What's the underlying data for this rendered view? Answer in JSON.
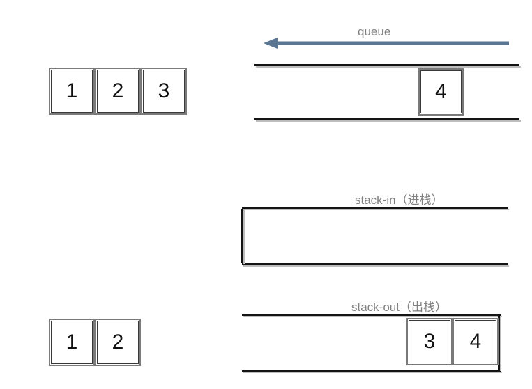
{
  "diagram": {
    "title": "queue-and-two-stacks",
    "background": "#ffffff",
    "colors": {
      "cell_border": "#7a7a7a",
      "cell_inner_border": "#3a3a3a",
      "rail": "#141414",
      "rail_shadow": "#bdbdbd",
      "label_text": "#808080",
      "number_text": "#111111",
      "arrow": "#5b7692"
    }
  },
  "arrow": {
    "name": "queue-direction-arrow",
    "label": "queue",
    "direction": "left",
    "color": "#5b7692"
  },
  "lanes": [
    {
      "id": "queue",
      "label": "queue",
      "closed_side": "none"
    },
    {
      "id": "stack-in",
      "label": "stack-in（进栈）",
      "closed_side": "left"
    },
    {
      "id": "stack-out",
      "label": "stack-out（出栈）",
      "closed_side": "right"
    }
  ],
  "groups": {
    "top_left_elements": {
      "name": "dequeued-elements-top",
      "values": [
        "1",
        "2",
        "3"
      ]
    },
    "queue_lane_elements": {
      "name": "queue-lane-elements",
      "values": [
        "4"
      ]
    },
    "stack_in_elements": {
      "name": "stack-in-lane-elements",
      "values": []
    },
    "bottom_left_elements": {
      "name": "popped-elements-bottom",
      "values": [
        "1",
        "2"
      ]
    },
    "stack_out_elements": {
      "name": "stack-out-lane-elements",
      "values": [
        "3",
        "4"
      ]
    }
  }
}
